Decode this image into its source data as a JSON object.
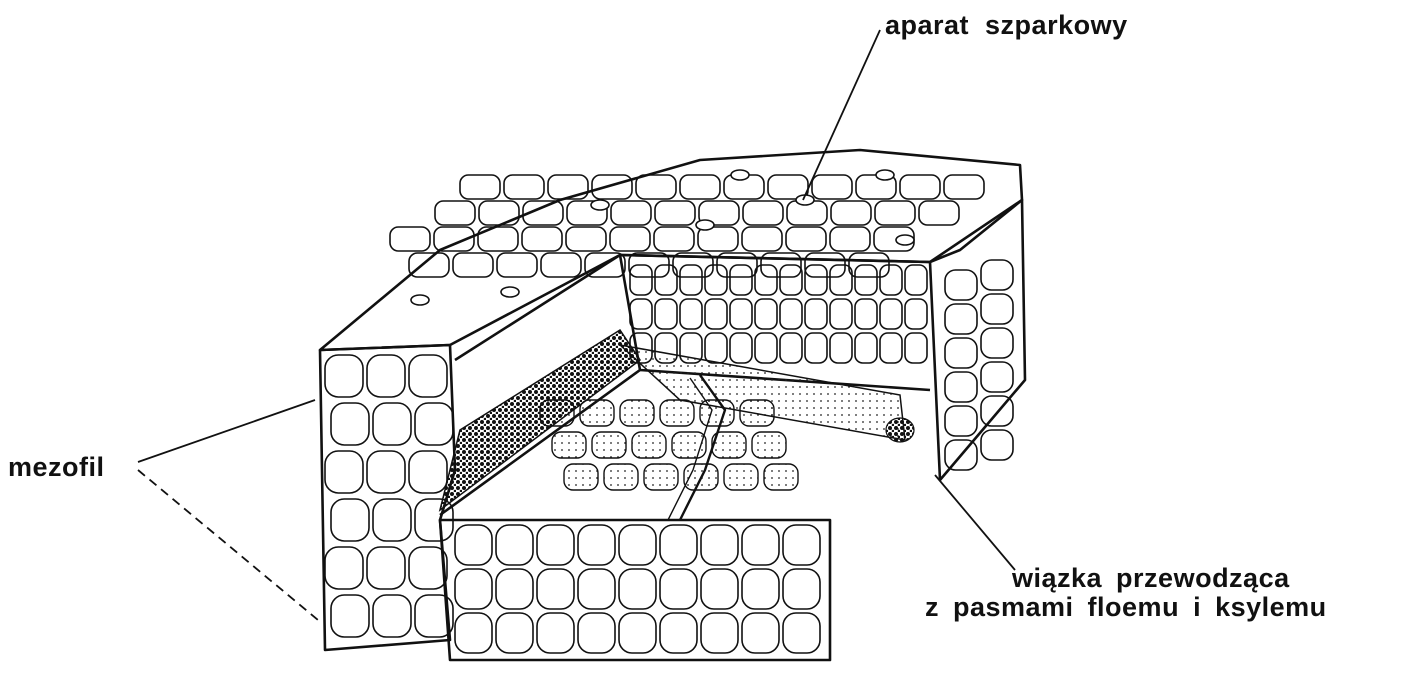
{
  "labels": {
    "stomata": "aparat szparkowy",
    "mesophyll": "mezofil",
    "bundle_line1": "wiązka przewodząca",
    "bundle_line2": "z pasmami floemu i ksylemu"
  },
  "colors": {
    "ink": "#111111",
    "paper": "#ffffff"
  }
}
